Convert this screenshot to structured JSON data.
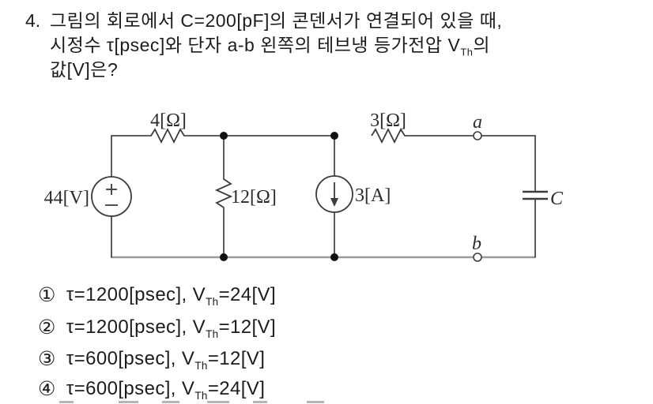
{
  "question": {
    "number": "4.",
    "line1": "그림의 회로에서 C=200[pF]의 콘덴서가 연결되어 있을 때,",
    "line2_pre": "시정수 τ[psec]와 단자 a-b 왼쪽의 테브냉 등가전압 V",
    "line2_sub": "Th",
    "line2_post": "의",
    "line3": "값[V]은?"
  },
  "circuit": {
    "labels": {
      "source_voltage": "44[V]",
      "r1": "4[Ω]",
      "r2": "12[Ω]",
      "r3": "3[Ω]",
      "current_source": "3[A]",
      "terminal_a": "a",
      "terminal_b": "b",
      "capacitor": "C"
    },
    "colors": {
      "wire": "#4a4a4a",
      "bottom_wire": "#9a9a9a",
      "ink": "#2b2b2b"
    }
  },
  "choices": [
    {
      "num": "①",
      "pre": "τ=1200[psec], V",
      "sub": "Th",
      "post": "=24[V]"
    },
    {
      "num": "②",
      "pre": "τ=1200[psec], V",
      "sub": "Th",
      "post": "=12[V]"
    },
    {
      "num": "③",
      "pre": "τ=600[psec], V",
      "sub": "Th",
      "post": "=12[V]"
    },
    {
      "num": "④",
      "pre": "τ=600[psec], V",
      "sub": "Th",
      "post": "=24[V]"
    }
  ]
}
